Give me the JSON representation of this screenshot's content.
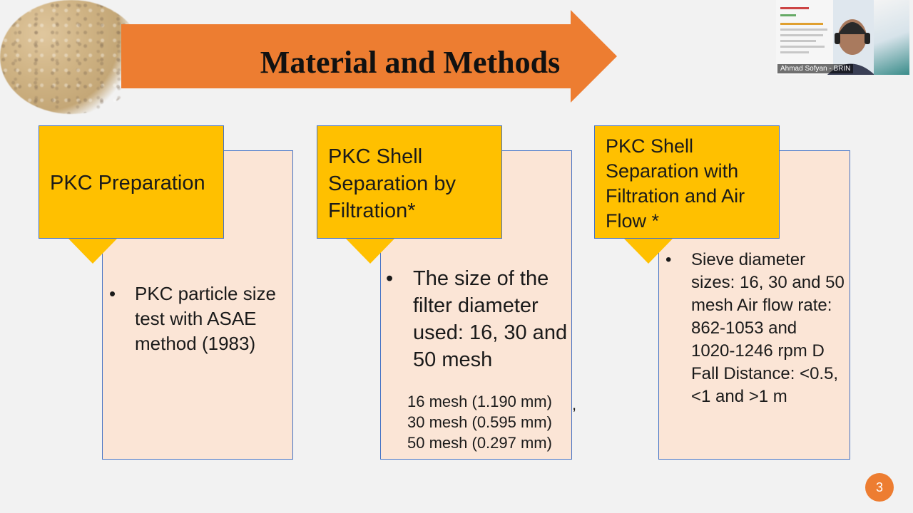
{
  "slide": {
    "title": "Material and Methods",
    "page_number": "3",
    "columns": [
      {
        "heading": "PKC Preparation",
        "bullets": [
          "PKC particle size test with ASAE method (1983)"
        ]
      },
      {
        "heading": "PKC Shell Separation by Filtration*",
        "bullets": [
          "The size of the filter diameter used: 16, 30 and 50 mesh"
        ],
        "mesh_lines": [
          "16 mesh (1.190 mm)",
          "30 mesh (0.595 mm)",
          "50 mesh (0.297 mm)"
        ],
        "comma": ","
      },
      {
        "heading": "PKC Shell Separation with Filtration and Air Flow *",
        "bullets": [
          "Sieve diameter sizes: 16, 30 and 50 mesh Air flow rate: 862-1053 and 1020-1246 rpm D Fall Distance: <0.5, <1 and >1 m"
        ]
      }
    ]
  },
  "webcam": {
    "participant_name": "Ahmad Sofyan - BRIN"
  },
  "colors": {
    "arrow": "#ed7d31",
    "heading_fill": "#ffc000",
    "body_fill": "#fbe5d6",
    "border": "#4472c4",
    "page_badge": "#ed7d31"
  }
}
